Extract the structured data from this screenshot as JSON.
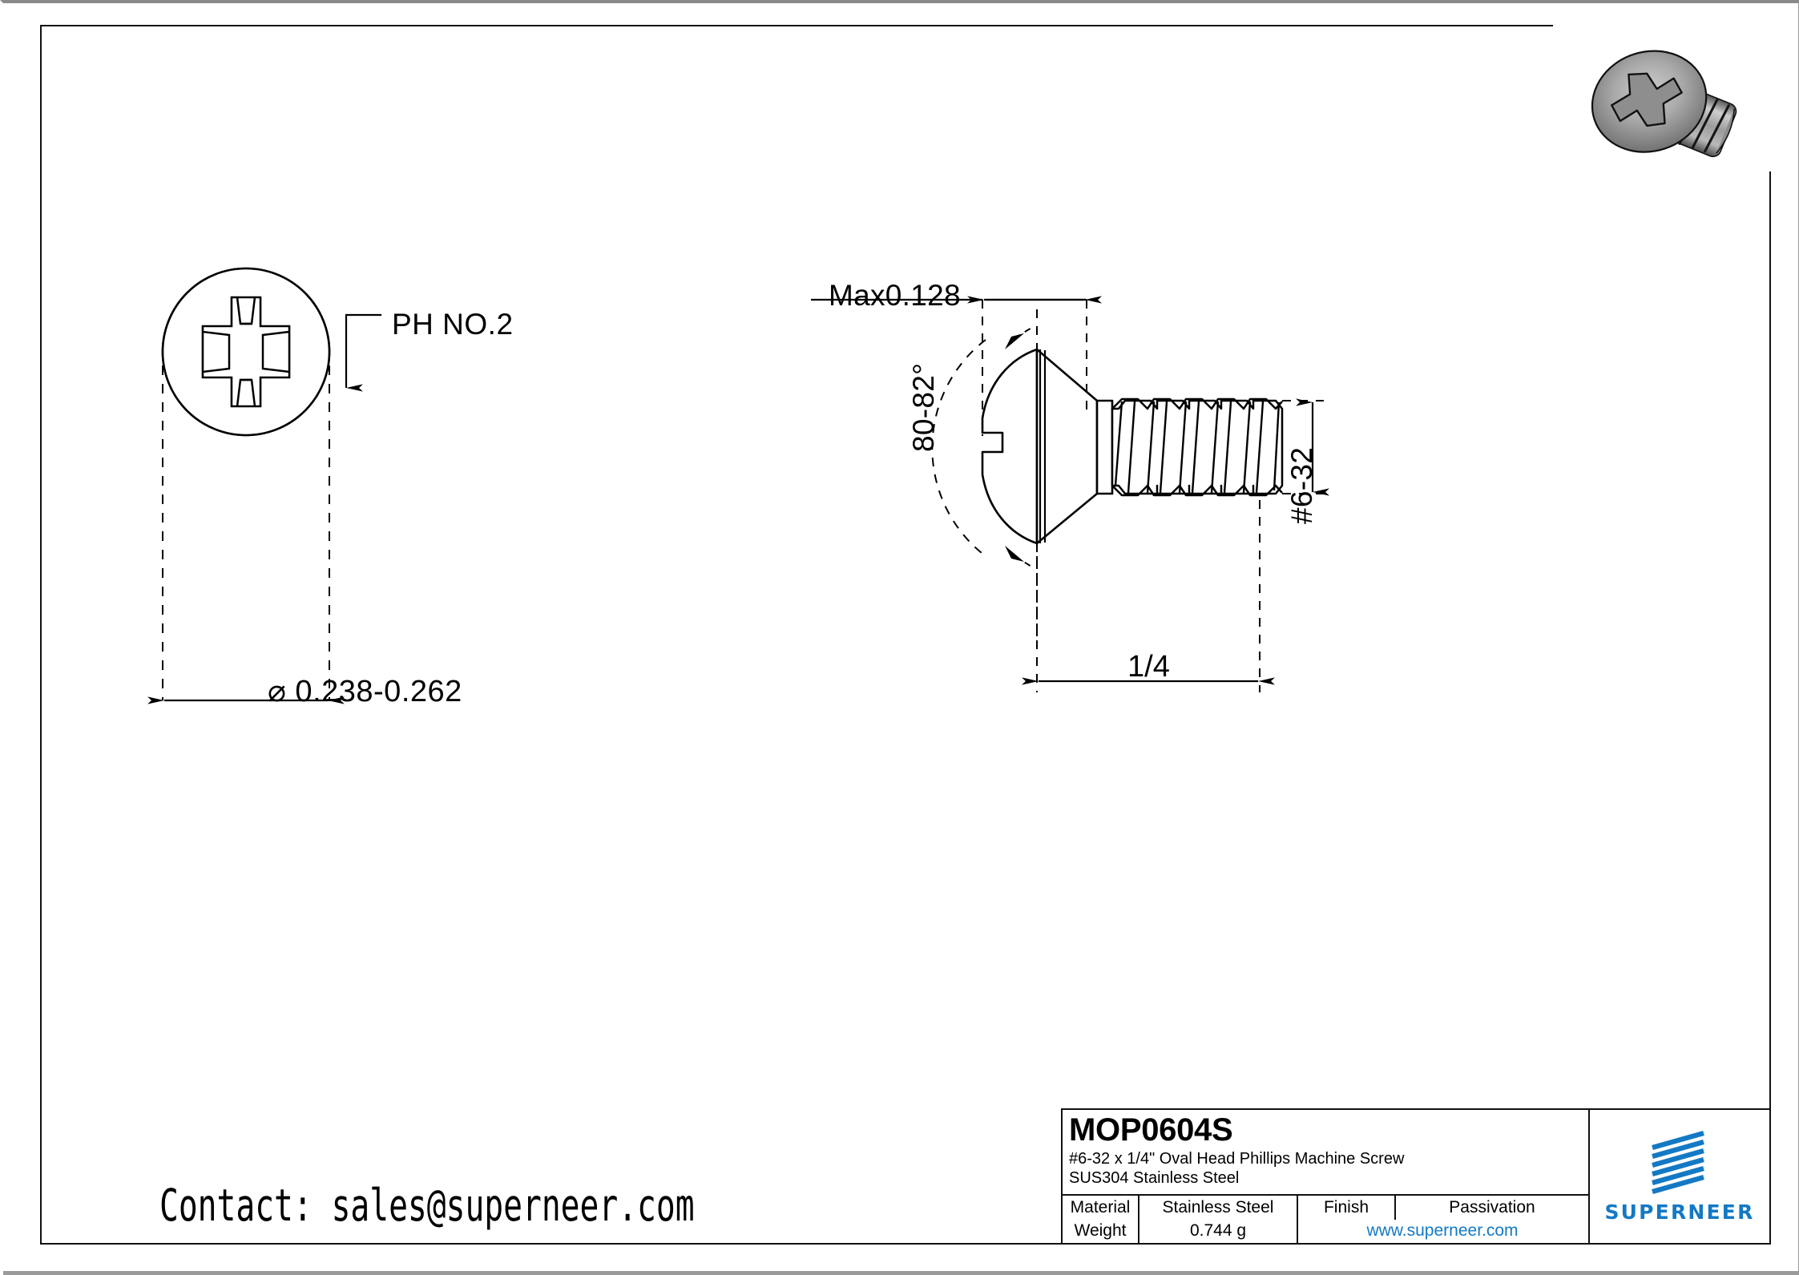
{
  "drawing": {
    "front_view": {
      "drive_callout": "PH NO.2",
      "head_diameter": "⌀ 0.238-0.262"
    },
    "side_view": {
      "head_height_max": "Max0.128",
      "head_angle": "80-82°",
      "thread_spec": "#6-32",
      "length": "1/4"
    }
  },
  "contact": {
    "text": "Contact: sales@superneer.com"
  },
  "title_block": {
    "part_number": "MOP0604S",
    "description_line1": "#6-32 x 1/4\" Oval Head Phillips Machine Screw",
    "description_line2": "SUS304 Stainless Steel",
    "rows": [
      {
        "label": "Material",
        "value": "Stainless Steel",
        "label2": "Finish",
        "value2": "Passivation"
      },
      {
        "label": "Weight",
        "value": "0.744 g",
        "url": "www.superneer.com"
      }
    ],
    "brand": "SUPERNEER",
    "brand_color": "#1479c4"
  }
}
